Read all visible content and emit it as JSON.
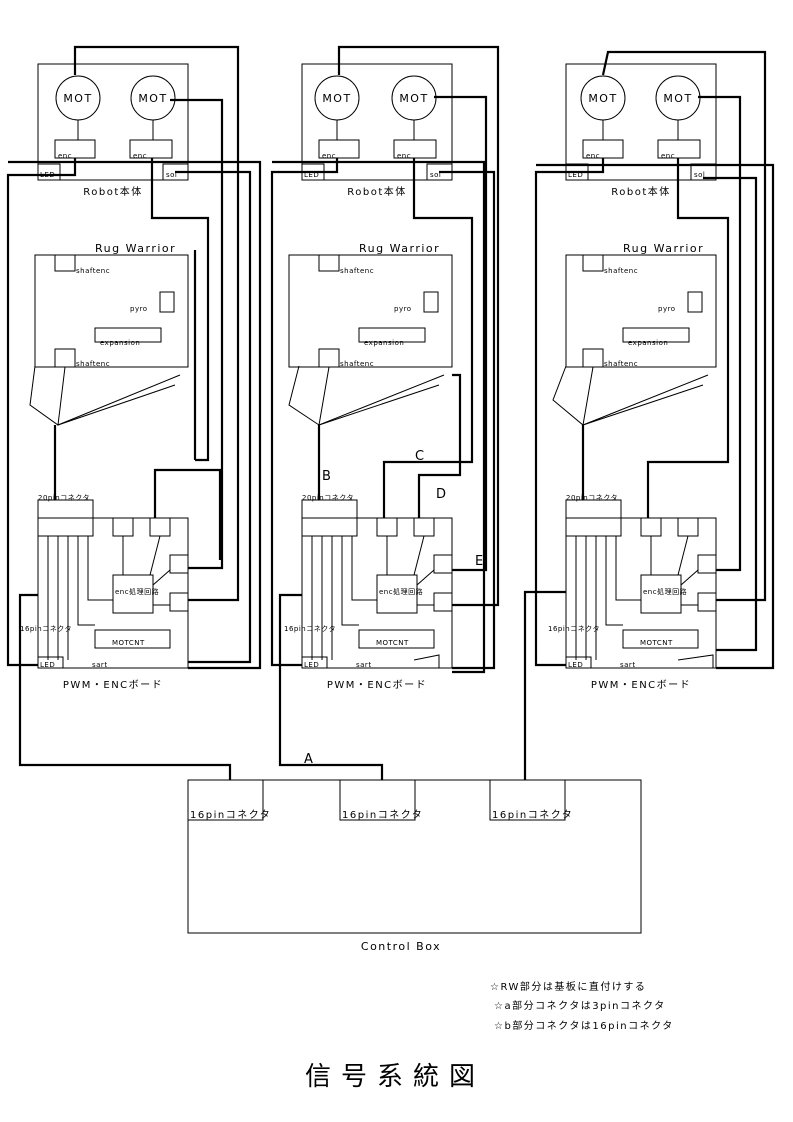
{
  "diagram": {
    "title": "信号系統図",
    "modules": [
      {
        "robot": {
          "mot_left": "MOT",
          "mot_right": "MOT",
          "enc_left": "enc",
          "enc_right": "enc",
          "led": "LED",
          "sol": "sol",
          "label": "Robot本体"
        },
        "rug": {
          "title": "Rug Warrior",
          "shaftenc_top": "shaftenc",
          "pyro": "pyro",
          "expansion": "expansion",
          "shaftenc_bottom": "shaftenc"
        },
        "board": {
          "connector_20": "20pinコネクタ",
          "connector_16": "16pinコネクタ",
          "enc_circuit": "enc処理回路",
          "motcnt": "MOTCNT",
          "led": "LED",
          "sart": "sart",
          "label": "PWM・ENCボード"
        }
      },
      {
        "robot": {
          "mot_left": "MOT",
          "mot_right": "MOT",
          "enc_left": "enc",
          "enc_right": "enc",
          "led": "LED",
          "sol": "sol",
          "label": "Robot本体"
        },
        "rug": {
          "title": "Rug Warrior",
          "shaftenc_top": "shaftenc",
          "pyro": "pyro",
          "expansion": "expansion",
          "shaftenc_bottom": "shaftenc"
        },
        "board": {
          "connector_20": "20pinコネクタ",
          "connector_16": "16pinコネクタ",
          "enc_circuit": "enc処理回路",
          "motcnt": "MOTCNT",
          "led": "LED",
          "sart": "sart",
          "label": "PWM・ENCボード"
        }
      },
      {
        "robot": {
          "mot_left": "MOT",
          "mot_right": "MOT",
          "enc_left": "enc",
          "enc_right": "enc",
          "led": "LED",
          "sol": "sol",
          "label": "Robot本体"
        },
        "rug": {
          "title": "Rug Warrior",
          "shaftenc_top": "shaftenc",
          "pyro": "pyro",
          "expansion": "expansion",
          "shaftenc_bottom": "shaftenc"
        },
        "board": {
          "connector_20": "20pinコネクタ",
          "connector_16": "16pinコネクタ",
          "enc_circuit": "enc処理回路",
          "motcnt": "MOTCNT",
          "led": "LED",
          "sart": "sart",
          "label": "PWM・ENCボード"
        }
      }
    ],
    "wire_labels": {
      "a": "A",
      "b": "B",
      "c": "C",
      "d": "D",
      "e": "E"
    },
    "control_box": {
      "label": "Control Box",
      "connectors": [
        "16pinコネクタ",
        "16pinコネクタ",
        "16pinコネクタ"
      ]
    },
    "notes": [
      "☆RW部分は基板に直付けする",
      "☆a部分コネクタは3pinコネクタ",
      "☆b部分コネクタは16pinコネクタ"
    ]
  }
}
